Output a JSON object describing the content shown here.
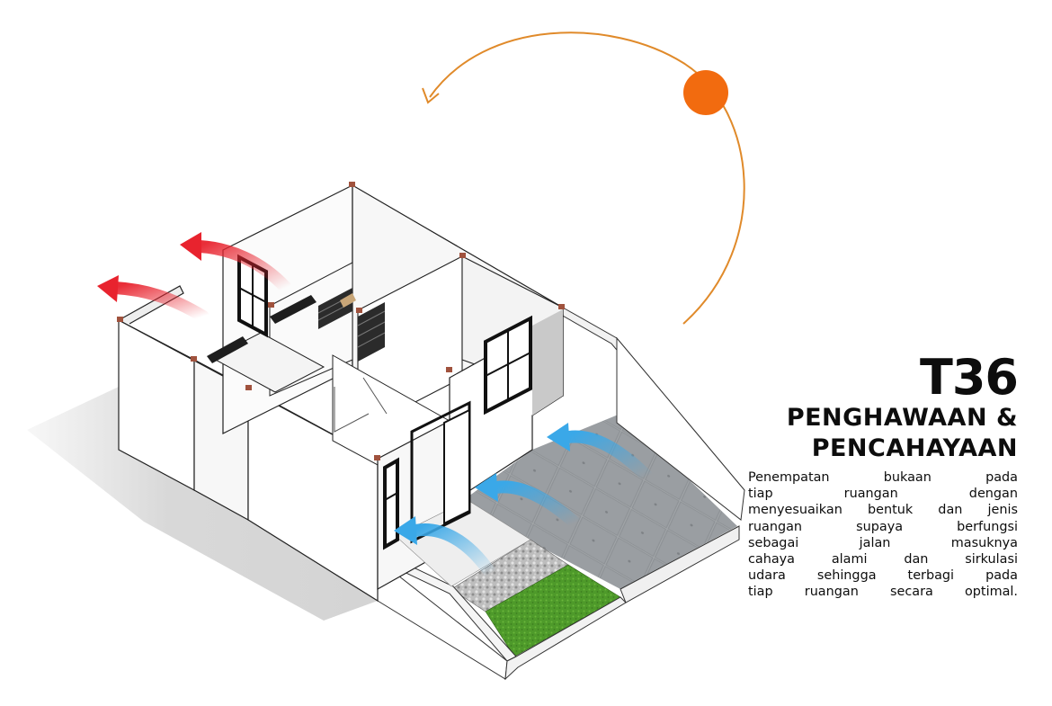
{
  "house_code": "T36",
  "title_line1": "PENGHAWAAN &",
  "title_line2": "PENCAHAYAAN",
  "description_lines": [
    "Penempatan bukaan pada",
    "tiap ruangan dengan",
    "menyesuaikan bentuk dan jenis",
    "ruangan supaya berfungsi",
    "sebagai jalan masuknya",
    "cahaya alami dan sirkulasi",
    "udara sehingga terbagi pada",
    "tiap ruangan secara optimal."
  ],
  "icons": {
    "sun": "sun-icon",
    "sun_path": "sun-path-arc",
    "airflow_in": "airflow-in-arrow",
    "airflow_out": "airflow-out-arrow"
  },
  "colors": {
    "sun": "#f26b0f",
    "sun_path": "#e08a2a",
    "airflow_in": "#3aa8e8",
    "airflow_out": "#e8232e",
    "grass": "#4e9a2a",
    "paving": "#9a9ea2",
    "gravel": "#c9c9c9",
    "wall": "#ffffff",
    "wall_shade": "#e9e9e9",
    "floor_shadow": "#dcdcdc"
  }
}
